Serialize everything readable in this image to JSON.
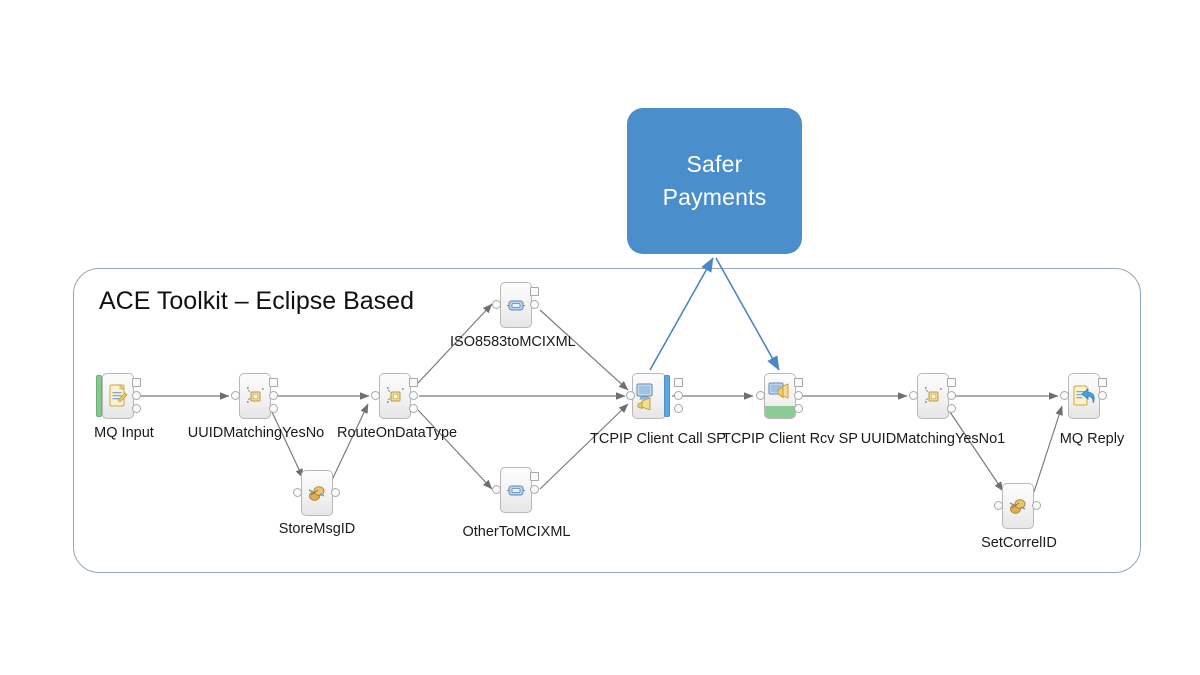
{
  "external_system": {
    "name": "safer-payments",
    "label": "Safer\nPayments",
    "line1": "Safer",
    "line2": "Payments",
    "fill_color": "#4a8fcc",
    "text_color": "#ffffff"
  },
  "container": {
    "title": "ACE Toolkit – Eclipse Based",
    "border_color": "#8fa8bf"
  },
  "flow": {
    "nodes": [
      {
        "id": "mq-input",
        "label": "MQ Input",
        "icon": "mq-input-icon",
        "accent": "green-left"
      },
      {
        "id": "uuid-matching-yesno",
        "label": "UUIDMatchingYesNo",
        "icon": "compute-icon",
        "accent": "none"
      },
      {
        "id": "store-msgid",
        "label": "StoreMsgID",
        "icon": "database-retrieve-icon",
        "accent": "none"
      },
      {
        "id": "route-on-datatype",
        "label": "RouteOnDataType",
        "icon": "compute-icon",
        "accent": "none"
      },
      {
        "id": "iso8583-to-mcixml",
        "label": "ISO8583toMCIXML",
        "icon": "mapping-icon",
        "accent": "none"
      },
      {
        "id": "other-to-mcixml",
        "label": "OtherToMCIXML",
        "icon": "mapping-icon",
        "accent": "none"
      },
      {
        "id": "tcpip-client-call",
        "label": "TCPIP Client Call SP",
        "icon": "tcpip-client-call-icon",
        "accent": "blue-right"
      },
      {
        "id": "tcpip-client-rcv",
        "label": "TCPIP Client Rcv SP",
        "icon": "tcpip-client-rcv-icon",
        "accent": "green-bottom"
      },
      {
        "id": "uuid-matching-yesno1",
        "label": "UUIDMatchingYesNo1",
        "icon": "compute-icon",
        "accent": "none"
      },
      {
        "id": "set-correlid",
        "label": "SetCorrelID",
        "icon": "database-retrieve-icon",
        "accent": "none"
      },
      {
        "id": "mq-reply",
        "label": "MQ Reply",
        "icon": "mq-reply-icon",
        "accent": "none"
      }
    ],
    "wire_color": "#7b7b7b",
    "external_wire_color": "#4a86c8"
  }
}
